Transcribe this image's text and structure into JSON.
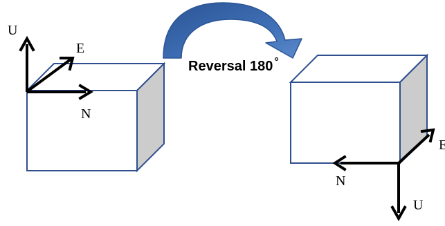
{
  "caption": {
    "text": "Reversal 180",
    "degree_symbol": "°"
  },
  "left_box": {
    "axes": {
      "up_label": "U",
      "east_label": "E",
      "north_label": "N"
    }
  },
  "right_box": {
    "axes": {
      "up_label": "U",
      "east_label": "E",
      "north_label": "N"
    }
  },
  "colors": {
    "box_outline": "#2f4f8f",
    "box_side_fill": "#cccccc",
    "arrow_fill": "#3f6fb6",
    "arrow_fill_dark": "#2b5595",
    "axis_color": "#000000"
  }
}
